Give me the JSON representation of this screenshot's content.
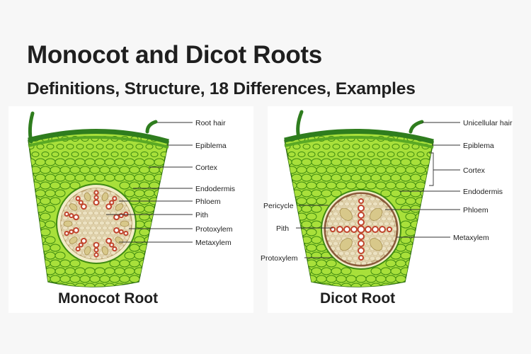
{
  "header": {
    "title": "Monocot and Dicot Roots",
    "subtitle": "Definitions, Structure, 18 Differences, Examples"
  },
  "colors": {
    "tissue_light": "#a8e03a",
    "tissue_dark": "#3f8a12",
    "epidermis": "#2f7d1e",
    "stele_fill": "#e4d6b0",
    "endodermis_ring": "#8a5a3a",
    "xylem": "#c0442c",
    "phloem": "#d8c88a"
  },
  "monocot": {
    "caption": "Monocot Root",
    "labels": [
      "Root hair",
      "Epiblema",
      "Cortex",
      "Endodermis",
      "Phloem",
      "Pith",
      "Protoxylem",
      "Metaxylem"
    ]
  },
  "dicot": {
    "caption": "Dicot Root",
    "labels_right": [
      "Unicellular hair",
      "Epiblema",
      "Cortex",
      "Endodermis",
      "Phloem",
      "Metaxylem"
    ],
    "labels_left": [
      "Pericycle",
      "Pith",
      "Protoxylem"
    ]
  }
}
